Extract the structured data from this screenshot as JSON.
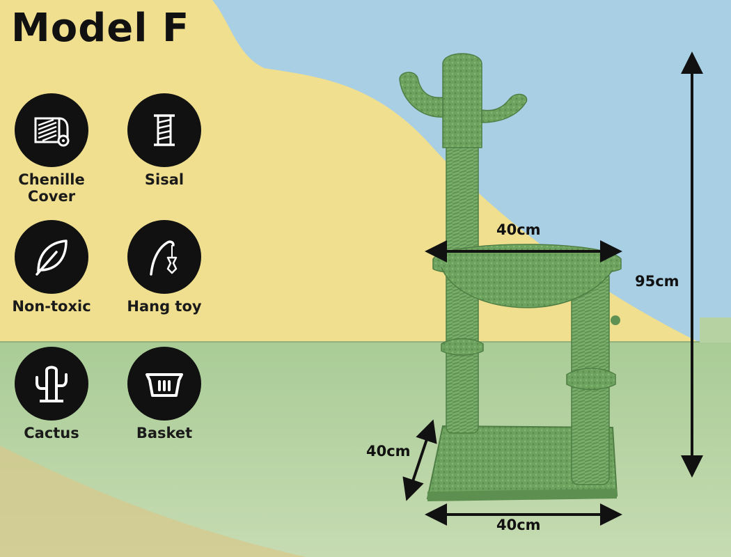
{
  "title": "Model F",
  "features": [
    {
      "icon": "chenille-roll-icon",
      "label_1": "Chenille",
      "label_2": "Cover"
    },
    {
      "icon": "sisal-ladder-icon",
      "label_1": "Sisal",
      "label_2": ""
    },
    {
      "icon": "leaf-icon",
      "label_1": "Non-toxic",
      "label_2": ""
    },
    {
      "icon": "hang-toy-icon",
      "label_1": "Hang toy",
      "label_2": ""
    },
    {
      "icon": "cactus-icon",
      "label_1": "Cactus",
      "label_2": ""
    },
    {
      "icon": "basket-icon",
      "label_1": "Basket",
      "label_2": ""
    }
  ],
  "dimensions": {
    "basket_width": "40cm",
    "height": "95cm",
    "base_depth": "40cm",
    "base_width": "40cm"
  },
  "colors": {
    "icon_bg": "#111111",
    "yellow": "#f0df8e",
    "sky": "#a9cfe4",
    "floor": "#b6d2a2",
    "product_green": "#6da25f"
  }
}
